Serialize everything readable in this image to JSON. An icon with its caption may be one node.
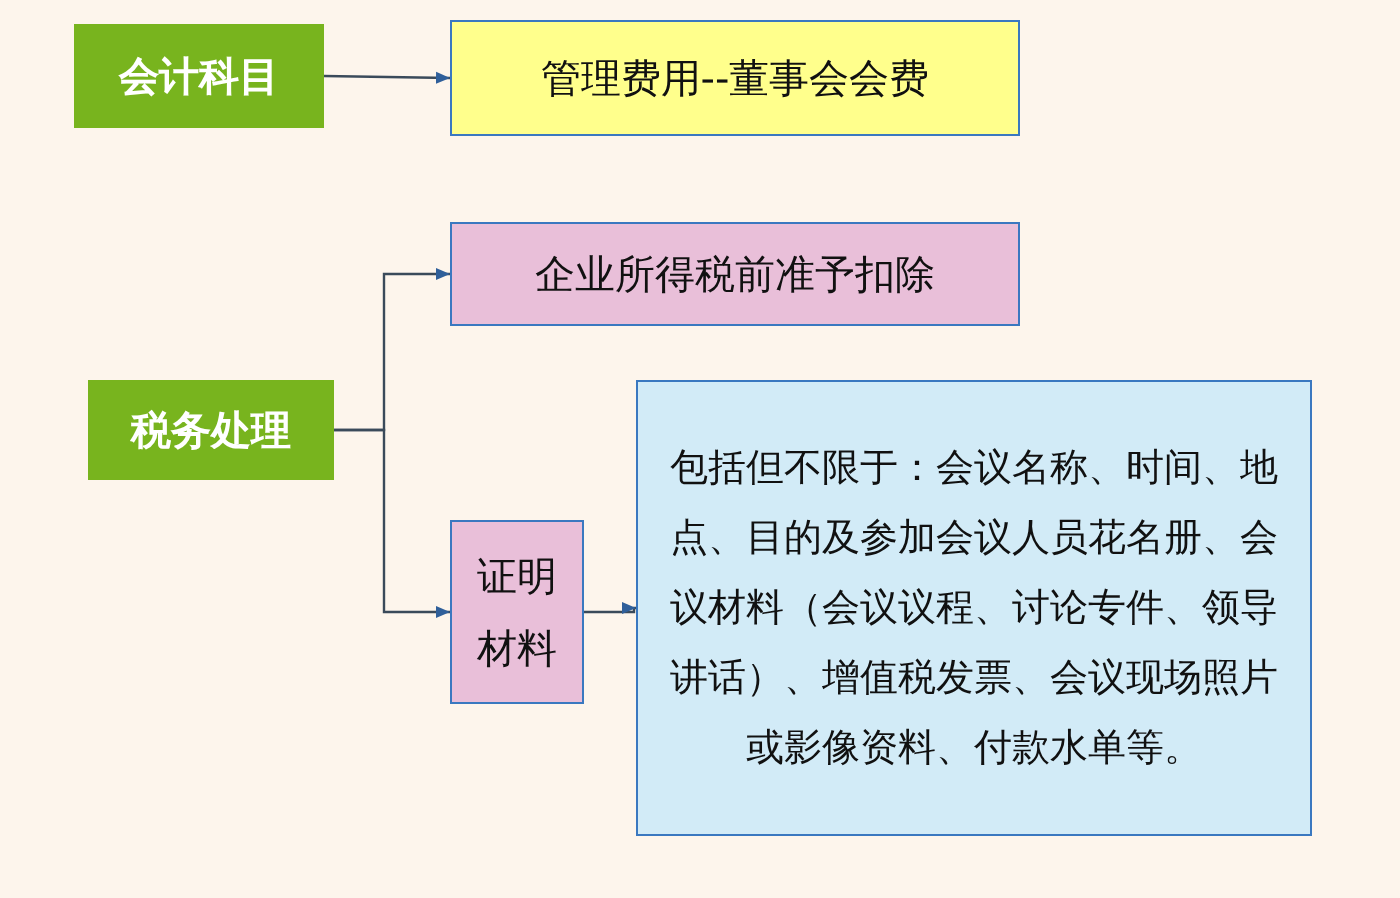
{
  "diagram": {
    "nodes": [
      {
        "text": [
          "会计科目"
        ]
      },
      {
        "text": [
          "管理费用--董事会会费"
        ]
      },
      {
        "text": [
          "税务处理"
        ]
      },
      {
        "text": [
          "企业所得税前准予扣除"
        ]
      },
      {
        "text": [
          "证明材料"
        ]
      },
      {
        "text": [
          "包括但不限于：会议名称、时间、地点、目的及参加会议人员花名册、会议材料（会议议程、讨论专件、领导讲话）、增值税发票、会议现场照片或影像资料、付款水单等。"
        ]
      }
    ],
    "edges": [
      {
        "from": 0,
        "to": 1,
        "arrow": "to"
      },
      {
        "from": 2,
        "to": 3,
        "arrow": "to"
      },
      {
        "from": 2,
        "to": 4,
        "arrow": "to"
      },
      {
        "from": 4,
        "to": 5,
        "arrow": "to"
      }
    ]
  }
}
